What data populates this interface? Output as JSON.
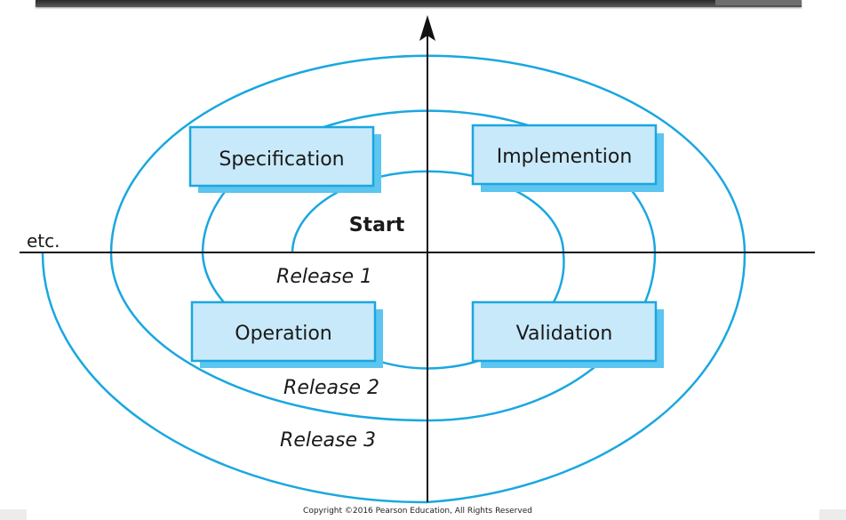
{
  "diagram": {
    "phases": [
      {
        "id": "specification",
        "label": "Specification"
      },
      {
        "id": "implementation",
        "label": "Implemention"
      },
      {
        "id": "operation",
        "label": "Operation"
      },
      {
        "id": "validation",
        "label": "Validation"
      }
    ],
    "center_label": "Start",
    "releases": [
      "Release 1",
      "Release 2",
      "Release 3"
    ],
    "continuation_label": "etc.",
    "colors": {
      "spiral": "#1aa7e0",
      "box_fill": "#c8e9fa",
      "box_border": "#1aa7e0",
      "box_shadow": "#5cc5f0",
      "axis": "#111111"
    }
  },
  "footer": {
    "copyright": "Copyright ©2016 Pearson Education, All Rights Reserved"
  }
}
